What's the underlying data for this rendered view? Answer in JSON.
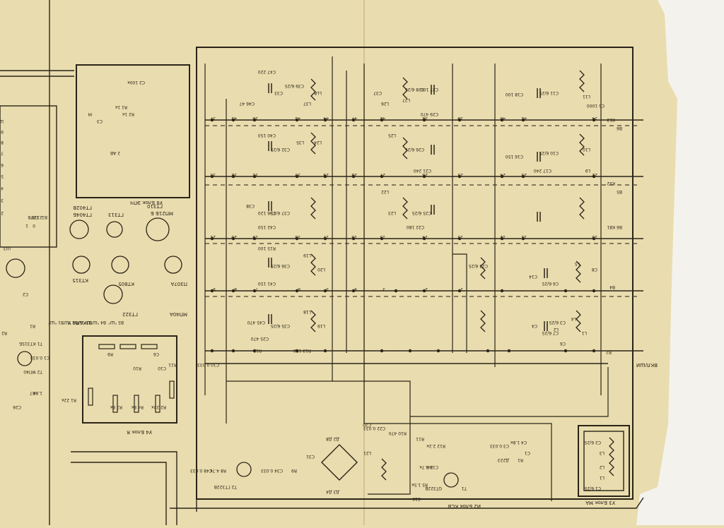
{
  "colors": {
    "paper": "#e9dcae",
    "paper_edge": "#f4f2ec",
    "ink": "#2a2418",
    "dashed": "#4a4030"
  },
  "blocks": {
    "main_label": "И2 Блок КСВ",
    "u4_label": "У4 Блок R",
    "u8_label": "У8 Блок ЭПЧ",
    "u3_label": "У3 Блок МА",
    "shkala_label": "ШКАЛА У",
    "vkl_label": "ВКЛ/ШИ"
  },
  "semiconductors": {
    "title_a": "ГТ402В",
    "title_b": "ГТ404Б",
    "title_c": "МП21Б Б",
    "t1": "ГТ313",
    "t2": "КТ805",
    "t3": "ГТ322",
    "t4": "П307А",
    "t5": "КТ315",
    "t6": "МП40А",
    "t7": "ГТ310"
  },
  "labels": {
    "top_filter_a": [
      "C47 220",
      "C33",
      "C39 6/25",
      "LL8",
      "L37",
      "C46 47"
    ],
    "top_filter_b": [
      "C29 470",
      "C27 100",
      "C28 6/25",
      "L27",
      "L26",
      "C37"
    ],
    "right_filter": [
      "C18 100",
      "C11 6/25",
      "L11",
      "C5 1000",
      "K53",
      "B6",
      "C16 150",
      "C10 6/25",
      "L10",
      "L9",
      "C17 240",
      "K52",
      "B5"
    ],
    "mid_filter": [
      "C40 150",
      "C32 6/25",
      "L35",
      "L24",
      "L25",
      "C26 6/25",
      "C21 240",
      "C38",
      "C36 120",
      "C37 6/25",
      "C42 150",
      "L22",
      "L23",
      "C25 6/25",
      "C22 180"
    ],
    "low_filter": [
      "R15 100",
      "C36 6/25",
      "L19",
      "L20",
      "C41 150",
      "C23 6/25",
      "C45 470",
      "C35 6/25",
      "L18",
      "L19",
      "C25 470",
      "R12",
      "R13 150"
    ],
    "right_low": [
      "L5",
      "C8",
      "C6 6/25",
      "L4",
      "C14",
      "C3 6/25",
      "C4",
      "L2",
      "C7 6/25",
      "L1",
      "C6",
      "B2",
      "B4",
      "K81"
    ],
    "bottom": [
      "C19",
      "C22 0.033",
      "C20",
      "L21",
      "R10 470",
      "R11",
      "R12 2.2к",
      "C12 4.7к",
      "GT322B",
      "R6",
      "C48 0.033",
      "R8 4.7к",
      "C34 0.033",
      "R9",
      "C31",
      "Д223",
      "R1",
      "C1",
      "C3 0.033",
      "C4 1.8к",
      "Д2 Д8",
      "Д3 Д4",
      "R5 1.5к",
      "T2 ГТ322B",
      "T1",
      "C10 0.033"
    ],
    "left_misc": [
      "C2",
      "R1",
      "R2",
      "T1 КТ315Б",
      "T2 МП40",
      "R7",
      "1.8к",
      "C1 0.033",
      "C26"
    ],
    "u4": [
      "R1 22к",
      "R3 8к",
      "R4 8к",
      "R2 22к",
      "R9",
      "C6",
      "R10",
      "C10",
      "R11"
    ],
    "u8": [
      "C2 100к",
      "R1 1к",
      "R2 1к",
      "C3",
      "2 АВ",
      "M"
    ],
    "u3": [
      "C2 6/25",
      "L3",
      "L2",
      "L1",
      "C1 6/25"
    ],
    "sw_numbers": [
      "37",
      "45",
      "36",
      "43",
      "44",
      "47",
      "42",
      "38",
      "39",
      "40",
      "41",
      "34",
      "33",
      "32",
      "31",
      "30",
      "29",
      "28",
      "27",
      "26",
      "25",
      "24",
      "23",
      "22",
      "21",
      "20",
      "19",
      "18",
      "17",
      "16",
      "15",
      "14",
      "13",
      "12",
      "11",
      "10",
      "9",
      "8",
      "7",
      "6",
      "5",
      "4",
      "3",
      "2",
      "1"
    ],
    "left_strip": [
      "Ш",
      "9",
      "8",
      "7",
      "6",
      "5",
      "4",
      "3",
      "2",
      "1",
      "B1",
      "127В",
      "237В",
      "0",
      "Ш3"
    ],
    "band_labels": [
      "В1 \"Ш\"",
      "В2 \"Ш\"",
      "В3 \"Ш\"",
      "В4 \"Ш\"",
      "В5 \"Ш\"",
      "В6"
    ]
  }
}
